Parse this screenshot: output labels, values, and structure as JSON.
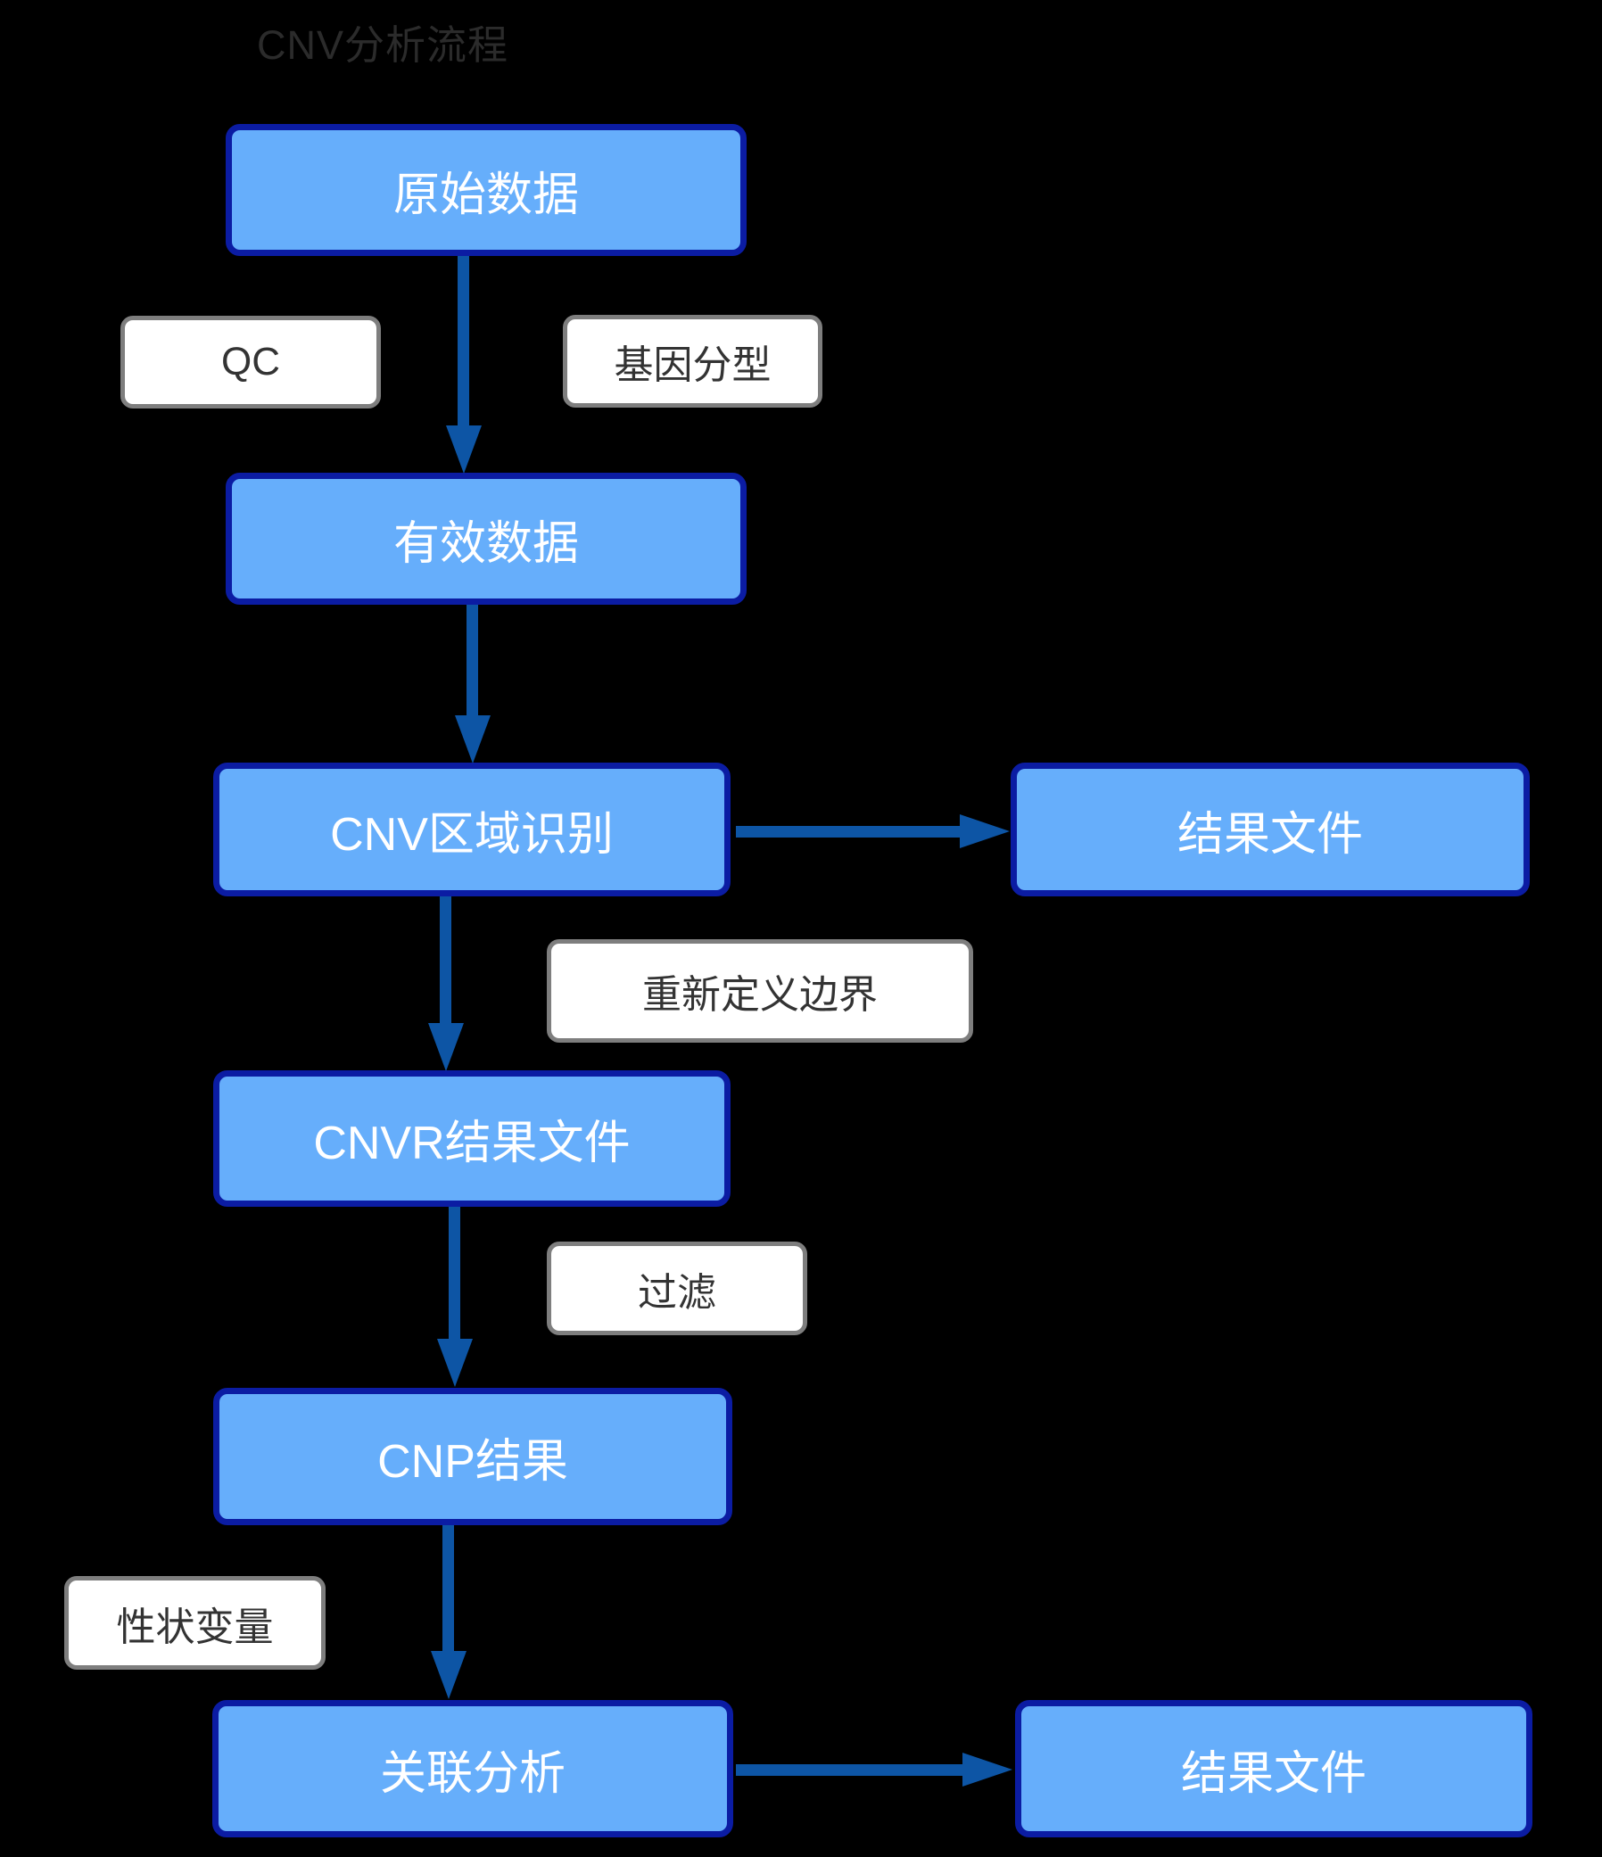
{
  "title": "CNV分析流程",
  "nodes": {
    "raw_data": {
      "label": "原始数据"
    },
    "valid_data": {
      "label": "有效数据"
    },
    "cnv_region": {
      "label": "CNV区域识别"
    },
    "result_file_top": {
      "label": "结果文件"
    },
    "cnvr_result": {
      "label": "CNVR结果文件"
    },
    "cnp_result": {
      "label": "CNP结果"
    },
    "association": {
      "label": "关联分析"
    },
    "result_file_bottom": {
      "label": "结果文件"
    }
  },
  "edge_labels": {
    "qc": "QC",
    "genotyping": "基因分型",
    "redefine_boundary": "重新定义边界",
    "filter": "过滤",
    "trait_variable": "性状变量"
  },
  "edges": [
    {
      "from": "原始数据",
      "to": "有效数据",
      "labels": [
        "QC",
        "基因分型"
      ],
      "direction": "down"
    },
    {
      "from": "有效数据",
      "to": "CNV区域识别",
      "labels": [],
      "direction": "down"
    },
    {
      "from": "CNV区域识别",
      "to": "结果文件",
      "labels": [],
      "direction": "right"
    },
    {
      "from": "CNV区域识别",
      "to": "CNVR结果文件",
      "labels": [
        "重新定义边界"
      ],
      "direction": "down"
    },
    {
      "from": "CNVR结果文件",
      "to": "CNP结果",
      "labels": [
        "过滤"
      ],
      "direction": "down"
    },
    {
      "from": "CNP结果",
      "to": "关联分析",
      "labels": [
        "性状变量"
      ],
      "direction": "down"
    },
    {
      "from": "关联分析",
      "to": "结果文件",
      "labels": [],
      "direction": "right"
    }
  ],
  "colors": {
    "background": "#000000",
    "process_node_fill": "#66aefb",
    "process_node_border": "#0b1ca3",
    "process_node_text": "#ffffff",
    "label_node_fill": "#ffffff",
    "label_node_border": "#7e7e7e",
    "label_node_text": "#333333",
    "arrow": "#0d55a5",
    "title_text": "#2b2b2b"
  }
}
